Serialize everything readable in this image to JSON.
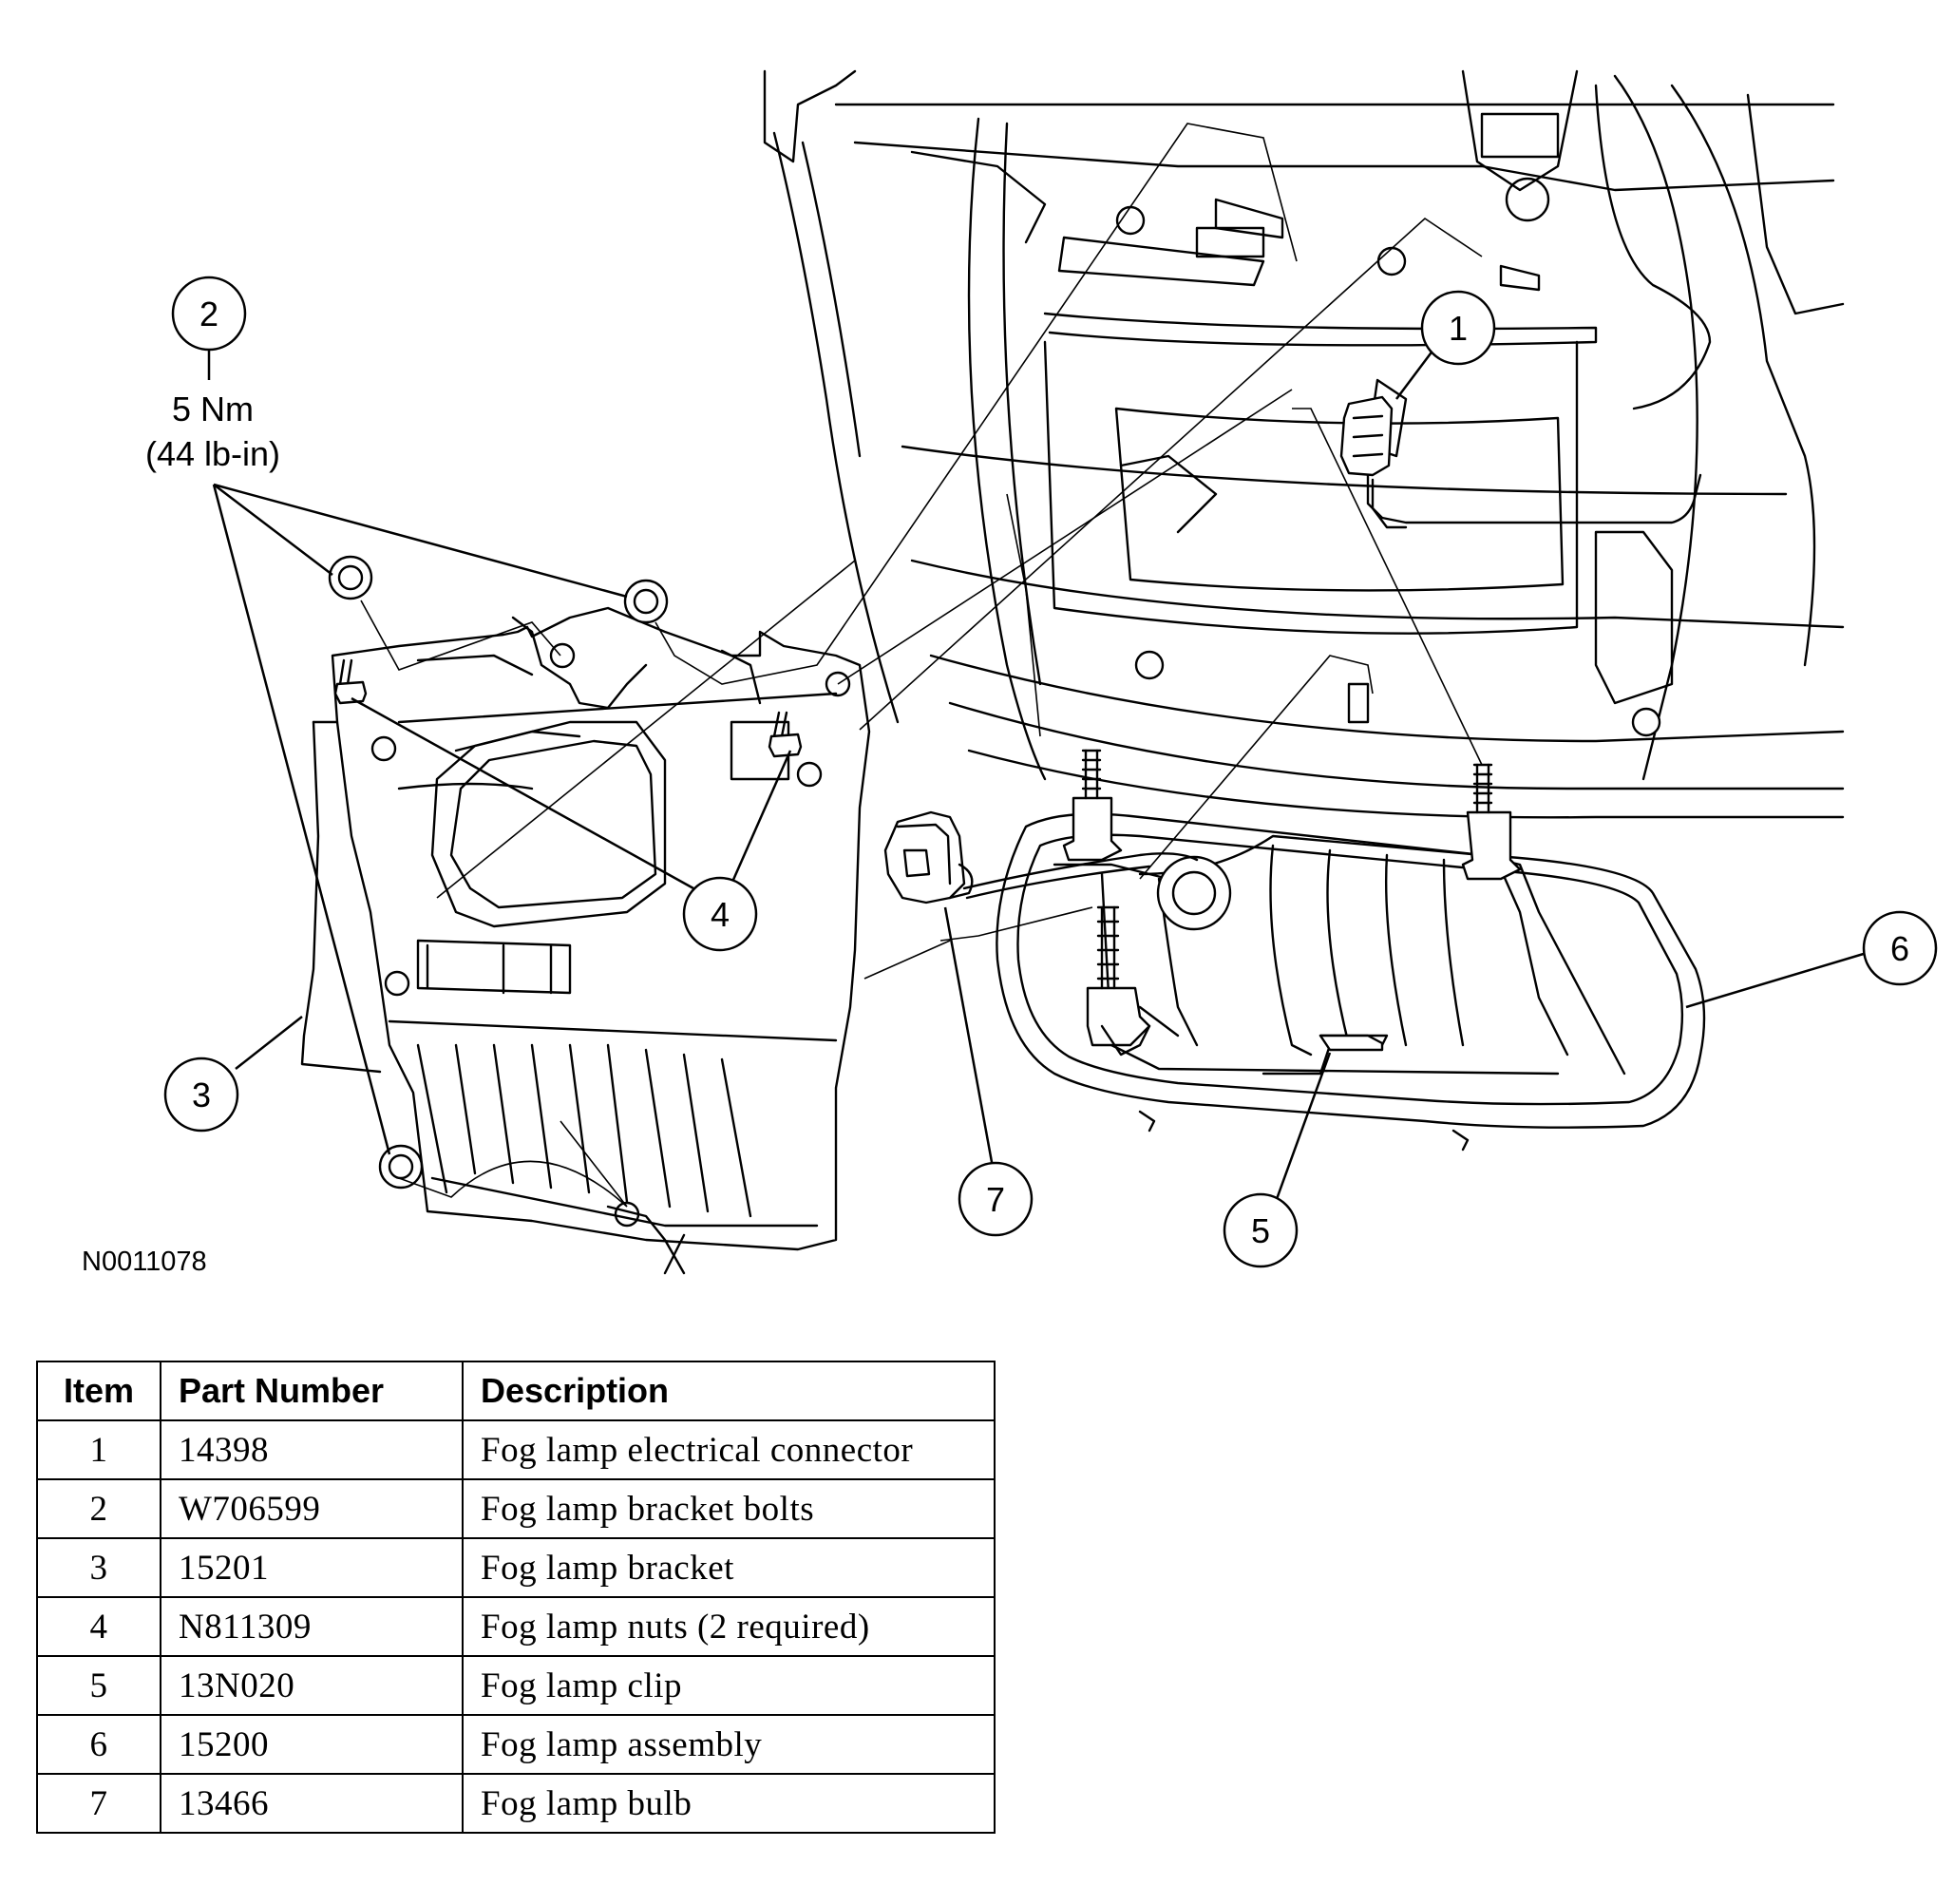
{
  "callouts": {
    "c1": "1",
    "c2": "2",
    "c3": "3",
    "c4": "4",
    "c5": "5",
    "c6": "6",
    "c7": "7"
  },
  "torque": {
    "metric": "5 Nm",
    "imperial": "(44 lb-in)"
  },
  "figure_id": "N0011078",
  "table": {
    "headers": {
      "item": "Item",
      "part_number": "Part Number",
      "description": "Description"
    },
    "rows": [
      {
        "item": "1",
        "part_number": "14398",
        "description": "Fog lamp electrical connector"
      },
      {
        "item": "2",
        "part_number": "W706599",
        "description": "Fog lamp bracket bolts"
      },
      {
        "item": "3",
        "part_number": "15201",
        "description": "Fog lamp bracket"
      },
      {
        "item": "4",
        "part_number": "N811309",
        "description": "Fog lamp nuts (2 required)"
      },
      {
        "item": "5",
        "part_number": "13N020",
        "description": "Fog lamp clip"
      },
      {
        "item": "6",
        "part_number": "15200",
        "description": "Fog lamp assembly"
      },
      {
        "item": "7",
        "part_number": "13466",
        "description": "Fog lamp bulb"
      }
    ]
  }
}
